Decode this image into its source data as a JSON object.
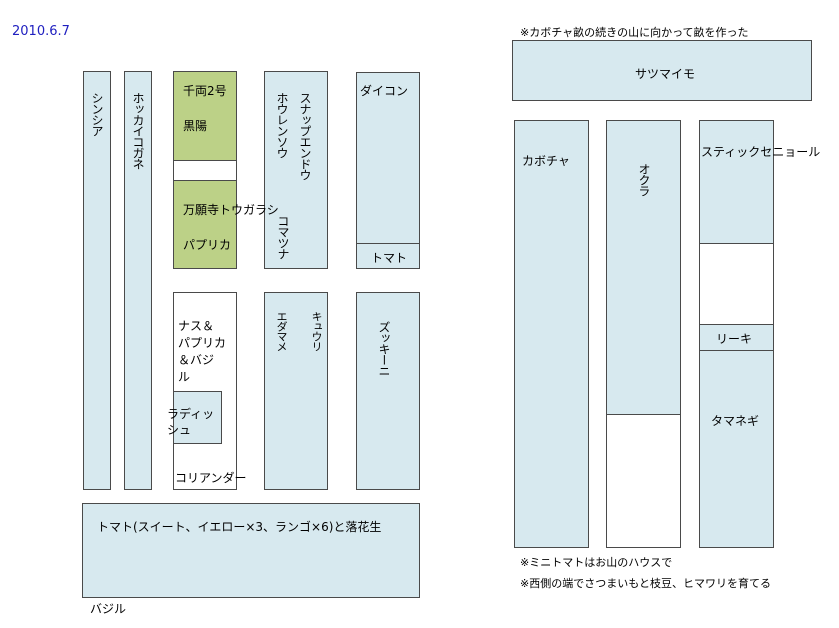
{
  "date": "2010.6.7",
  "note_top": "※カボチャ畝の続きの山に向かって畝を作った",
  "note_bottom_1": "※ミニトマトはお山のハウスで",
  "note_bottom_2": "※西側の端でさつまいもと枝豆、ヒマワリを育てる",
  "beds": {
    "shinshia": "シンシア",
    "hokkaikogane": "ホッカイコガネ",
    "senryo": "千両2号",
    "kokuyo": "黒陽",
    "manganji": "万願寺トウガラシ",
    "paprika": "パプリカ",
    "horenso": "ホウレンソウ",
    "snap": "スナップエンドウ",
    "komatsuna": "コマツナ",
    "daikon": "ダイコン",
    "tomato_small": "トマト",
    "nasu_lines": [
      "ナス＆",
      "パプリカ",
      "＆バジ",
      "ル"
    ],
    "radish_lines": [
      "ラディッ",
      "シュ"
    ],
    "coriander": "コリアンダー",
    "edamame": "エダマメ",
    "kyuri": "キュウリ",
    "zucchini": "ズッキーニ",
    "tomato_peanut": "トマト(スイート、イエロー×3、ランゴ×6)と落花生",
    "basil": "バジル",
    "satsumaimo": "サツマイモ",
    "kabocha": "カボチャ",
    "okra": "オクラ",
    "stick": "スティックセニョール",
    "leek": "リーキ",
    "tamanegi": "タマネギ"
  }
}
